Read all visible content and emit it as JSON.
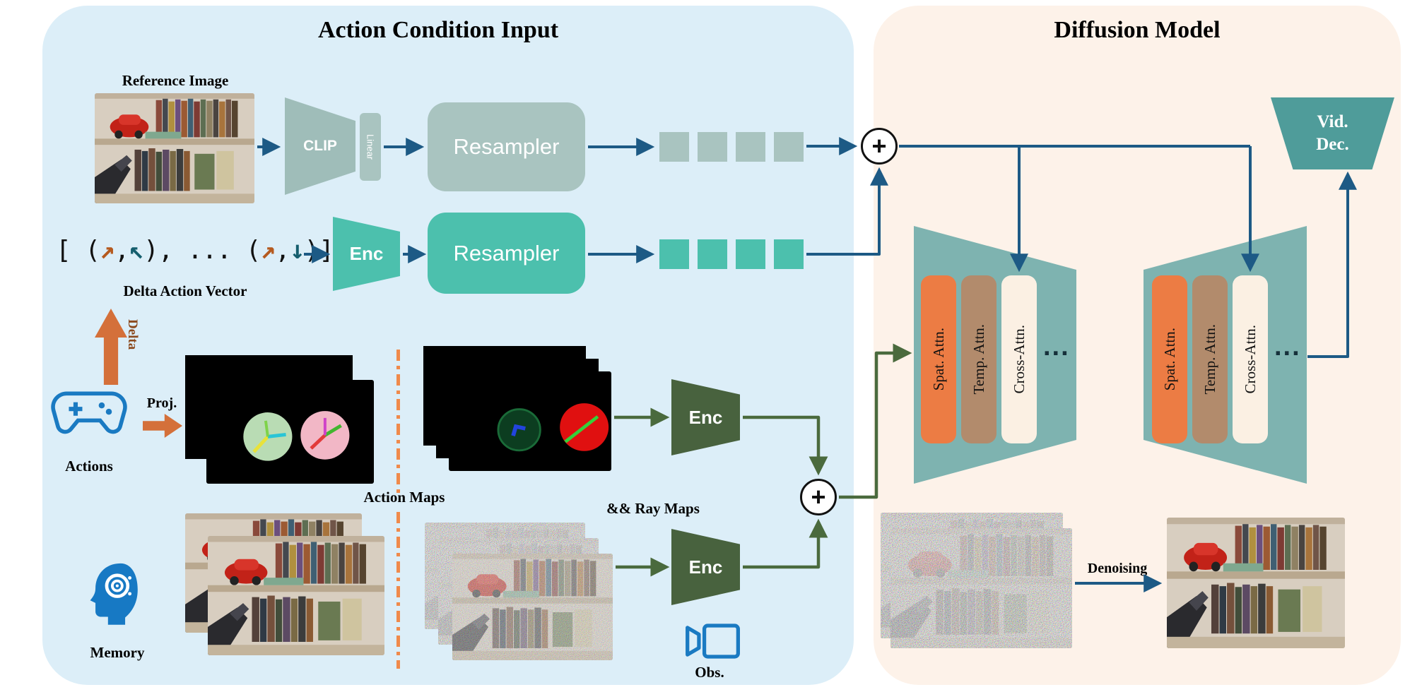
{
  "colors": {
    "left_panel_bg": "#dceef8",
    "right_panel_bg": "#fdf2e9",
    "grey_teal": "#a9c4c0",
    "teal": "#4cc0ad",
    "dark_green_enc": "#48623e",
    "arrow_blue": "#1d5a85",
    "arrow_green": "#4a6a3d",
    "orange_arrow": "#d4703a",
    "unet_block_teal": "#7eb3b0",
    "spat_attn_orange": "#ec7c44",
    "temp_attn_brown": "#b28b6c",
    "cross_attn_cream": "#fbf0e3",
    "vid_dec_teal": "#4f9c9a"
  },
  "left_panel": {
    "title": "Action Condition Input",
    "reference_image_label": "Reference Image",
    "clip_label": "CLIP",
    "linear_label": "Linear",
    "resampler_top_label": "Resampler",
    "resampler_mid_label": "Resampler",
    "enc_action_label": "Enc",
    "enc_ray_label": "Enc",
    "enc_obs_label": "Enc",
    "delta_vector": {
      "parts": [
        "[ (",
        "↗",
        ",",
        "↖",
        "), ... (",
        "↗",
        ",",
        "↓",
        ")]"
      ]
    },
    "delta_vector_label": "Delta Action Vector",
    "delta_arrow_label": "Delta",
    "proj_label": "Proj.",
    "actions_label": "Actions",
    "action_maps_label": "Action Maps",
    "ray_maps_label": "&& Ray Maps",
    "memory_label": "Memory",
    "obs_label": "Obs."
  },
  "right_panel": {
    "title": "Diffusion Model",
    "blocks": [
      {
        "spat": "Spat. Attn.",
        "temp": "Temp. Attn.",
        "cross": "Cross-Attn.",
        "ellipsis": "..."
      },
      {
        "spat": "Spat. Attn.",
        "temp": "Temp. Attn.",
        "cross": "Cross-Attn.",
        "ellipsis": "..."
      }
    ],
    "vid_dec": {
      "line1": "Vid.",
      "line2": "Dec."
    },
    "denoising_label": "Denoising"
  },
  "symbols": {
    "plus_top": "+",
    "plus_bottom": "+"
  }
}
